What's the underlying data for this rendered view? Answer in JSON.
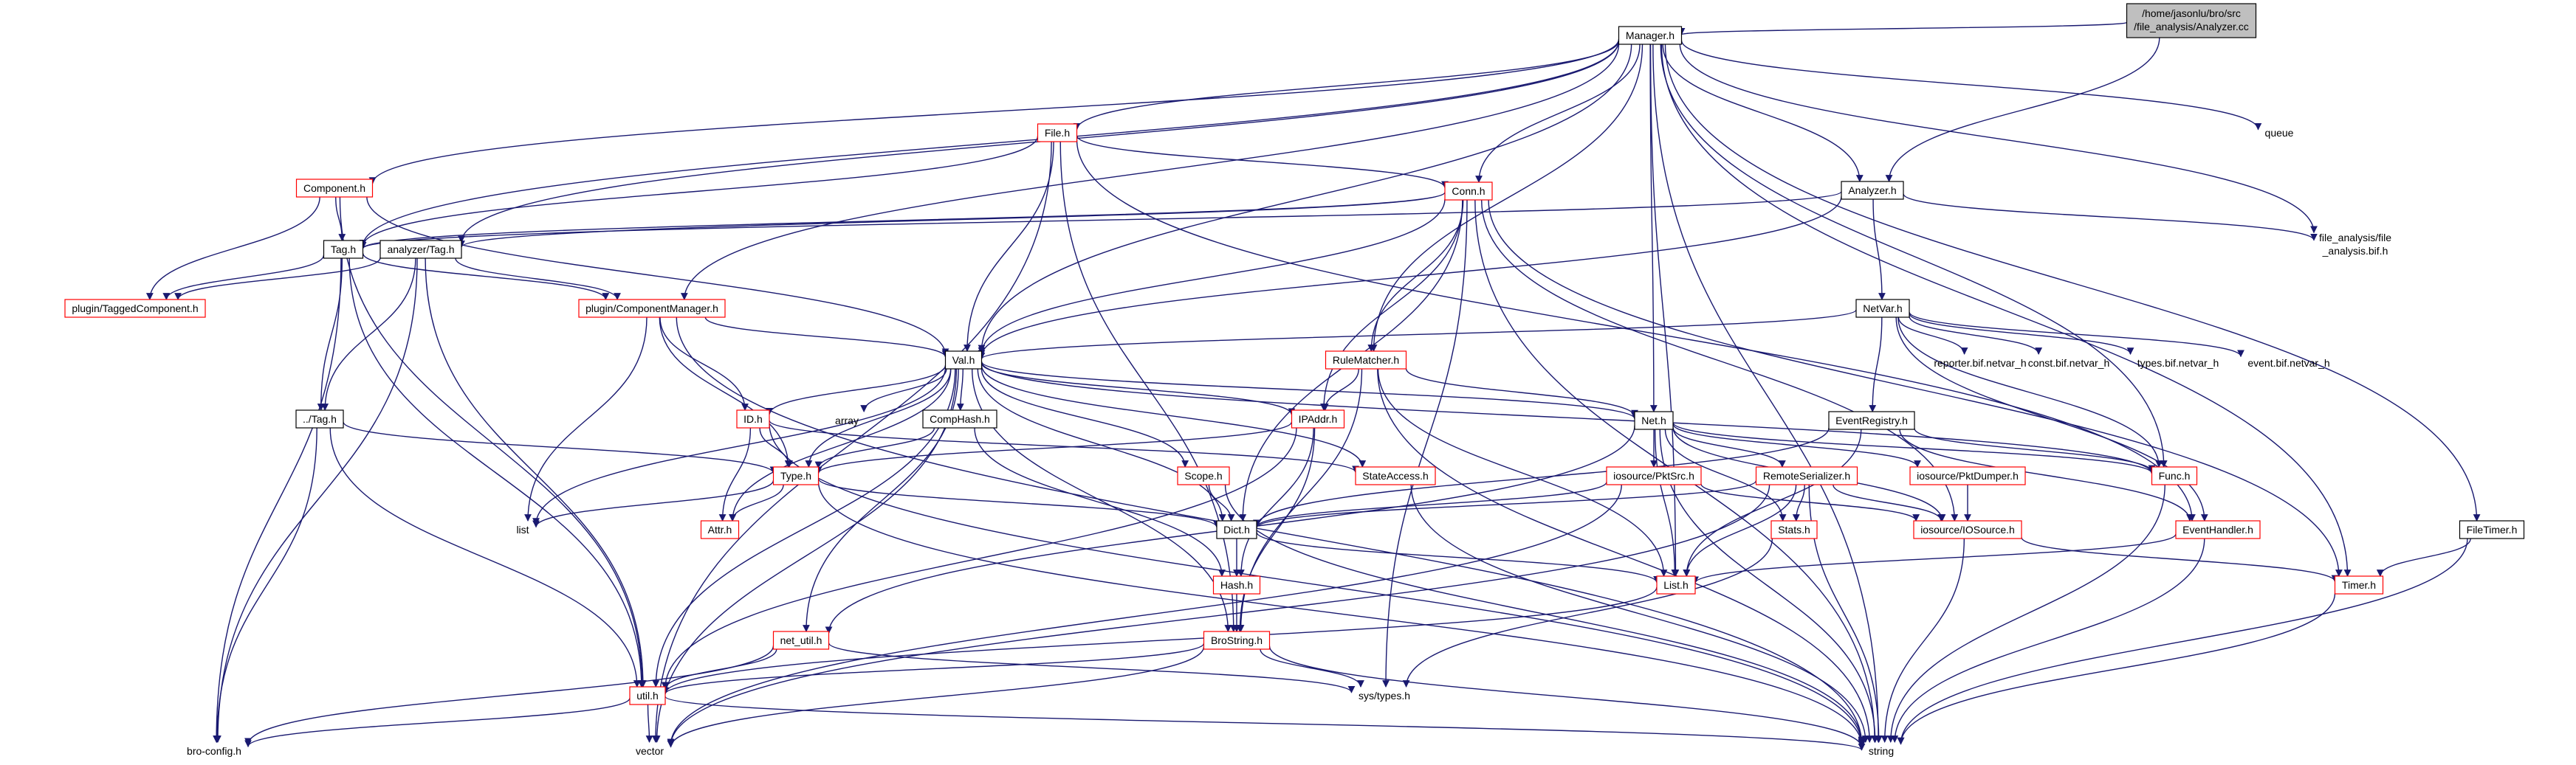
{
  "colors": {
    "edge": "#191970",
    "node_border_default": "#000000",
    "node_border_incomplete": "#ff0000",
    "node_fill_root": "#bfbfbf",
    "node_fill": "#ffffff",
    "text": "#000000"
  },
  "nodes": [
    {
      "id": "root",
      "line1": "/home/jasonlu/bro/src",
      "line2": "/file_analysis/Analyzer.cc",
      "style": "root"
    },
    {
      "id": "manager",
      "label": "Manager.h",
      "style": "box"
    },
    {
      "id": "fileh",
      "label": "File.h",
      "style": "red"
    },
    {
      "id": "queue",
      "label": "queue",
      "style": "plain"
    },
    {
      "id": "component",
      "label": "Component.h",
      "style": "red"
    },
    {
      "id": "conn",
      "label": "Conn.h",
      "style": "red"
    },
    {
      "id": "analyzerh",
      "label": "Analyzer.h",
      "style": "box"
    },
    {
      "id": "tagh",
      "label": "Tag.h",
      "style": "box"
    },
    {
      "id": "analyzertag",
      "label": "analyzer/Tag.h",
      "style": "box"
    },
    {
      "id": "bifh",
      "line1": "file_analysis/file",
      "line2": "_analysis.bif.h",
      "style": "plain"
    },
    {
      "id": "taggedcomp",
      "label": "plugin/TaggedComponent.h",
      "style": "red"
    },
    {
      "id": "compmgr",
      "label": "plugin/ComponentManager.h",
      "style": "red"
    },
    {
      "id": "netvar",
      "label": "NetVar.h",
      "style": "box"
    },
    {
      "id": "reporter",
      "label": "reporter.bif.netvar_h",
      "style": "plain"
    },
    {
      "id": "const",
      "label": "const.bif.netvar_h",
      "style": "plain"
    },
    {
      "id": "types",
      "label": "types.bif.netvar_h",
      "style": "plain"
    },
    {
      "id": "event",
      "label": "event.bif.netvar_h",
      "style": "plain"
    },
    {
      "id": "valh",
      "label": "Val.h",
      "style": "box"
    },
    {
      "id": "rulematcher",
      "label": "RuleMatcher.h",
      "style": "red"
    },
    {
      "id": "eventreg",
      "label": "EventRegistry.h",
      "style": "box"
    },
    {
      "id": "dottag",
      "label": "../Tag.h",
      "style": "box"
    },
    {
      "id": "array",
      "label": "array",
      "style": "plain"
    },
    {
      "id": "comphash",
      "label": "CompHash.h",
      "style": "box"
    },
    {
      "id": "idh",
      "label": "ID.h",
      "style": "red"
    },
    {
      "id": "ipaddr",
      "label": "IPAddr.h",
      "style": "red"
    },
    {
      "id": "neth",
      "label": "Net.h",
      "style": "box"
    },
    {
      "id": "typeh",
      "label": "Type.h",
      "style": "red"
    },
    {
      "id": "scope",
      "label": "Scope.h",
      "style": "red"
    },
    {
      "id": "stateaccess",
      "label": "StateAccess.h",
      "style": "red"
    },
    {
      "id": "pktsrc",
      "label": "iosource/PktSrc.h",
      "style": "red"
    },
    {
      "id": "remoteser",
      "label": "RemoteSerializer.h",
      "style": "red"
    },
    {
      "id": "pktdumper",
      "label": "iosource/PktDumper.h",
      "style": "red"
    },
    {
      "id": "funch",
      "label": "Func.h",
      "style": "red"
    },
    {
      "id": "list",
      "label": "list",
      "style": "plain"
    },
    {
      "id": "attrh",
      "label": "Attr.h",
      "style": "red"
    },
    {
      "id": "dicth",
      "label": "Dict.h",
      "style": "box"
    },
    {
      "id": "stats",
      "label": "Stats.h",
      "style": "red"
    },
    {
      "id": "iosource",
      "label": "iosource/IOSource.h",
      "style": "red"
    },
    {
      "id": "eventhandler",
      "label": "EventHandler.h",
      "style": "red"
    },
    {
      "id": "filetimer",
      "label": "FileTimer.h",
      "style": "box"
    },
    {
      "id": "listh",
      "label": "List.h",
      "style": "red"
    },
    {
      "id": "hashh",
      "label": "Hash.h",
      "style": "red"
    },
    {
      "id": "timerh",
      "label": "Timer.h",
      "style": "red"
    },
    {
      "id": "netutil",
      "label": "net_util.h",
      "style": "red"
    },
    {
      "id": "brostring",
      "label": "BroString.h",
      "style": "red"
    },
    {
      "id": "utilh",
      "label": "util.h",
      "style": "red"
    },
    {
      "id": "systypes",
      "label": "sys/types.h",
      "style": "plain"
    },
    {
      "id": "broconfig",
      "label": "bro-config.h",
      "style": "plain"
    },
    {
      "id": "vector",
      "label": "vector",
      "style": "plain"
    },
    {
      "id": "string",
      "label": "string",
      "style": "plain"
    }
  ],
  "edges": [
    [
      "root",
      "manager"
    ],
    [
      "root",
      "analyzerh"
    ],
    [
      "manager",
      "fileh"
    ],
    [
      "manager",
      "queue"
    ],
    [
      "manager",
      "component"
    ],
    [
      "manager",
      "conn"
    ],
    [
      "manager",
      "analyzerh"
    ],
    [
      "manager",
      "tagh"
    ],
    [
      "manager",
      "analyzertag"
    ],
    [
      "manager",
      "bifh"
    ],
    [
      "manager",
      "compmgr"
    ],
    [
      "manager",
      "valh"
    ],
    [
      "manager",
      "rulematcher"
    ],
    [
      "manager",
      "neth"
    ],
    [
      "manager",
      "timerh"
    ],
    [
      "manager",
      "filetimer"
    ],
    [
      "manager",
      "string"
    ],
    [
      "manager",
      "listh"
    ],
    [
      "manager",
      "funch"
    ],
    [
      "fileh",
      "conn"
    ],
    [
      "fileh",
      "tagh"
    ],
    [
      "fileh",
      "valh"
    ],
    [
      "fileh",
      "brostring"
    ],
    [
      "fileh",
      "vector"
    ],
    [
      "fileh",
      "eventhandler"
    ],
    [
      "component",
      "tagh"
    ],
    [
      "component",
      "taggedcomp"
    ],
    [
      "component",
      "valh"
    ],
    [
      "component",
      "utilh"
    ],
    [
      "conn",
      "analyzertag"
    ],
    [
      "conn",
      "tagh"
    ],
    [
      "conn",
      "valh"
    ],
    [
      "conn",
      "rulematcher"
    ],
    [
      "conn",
      "ipaddr"
    ],
    [
      "conn",
      "dicth"
    ],
    [
      "conn",
      "timerh"
    ],
    [
      "conn",
      "iosource"
    ],
    [
      "conn",
      "systypes"
    ],
    [
      "conn",
      "string"
    ],
    [
      "analyzerh",
      "tagh"
    ],
    [
      "analyzerh",
      "bifh"
    ],
    [
      "analyzerh",
      "netvar"
    ],
    [
      "analyzerh",
      "valh"
    ],
    [
      "tagh",
      "taggedcomp"
    ],
    [
      "tagh",
      "compmgr"
    ],
    [
      "tagh",
      "dottag"
    ],
    [
      "tagh",
      "utilh"
    ],
    [
      "tagh",
      "broconfig"
    ],
    [
      "analyzertag",
      "taggedcomp"
    ],
    [
      "analyzertag",
      "compmgr"
    ],
    [
      "analyzertag",
      "dottag"
    ],
    [
      "analyzertag",
      "utilh"
    ],
    [
      "analyzertag",
      "broconfig"
    ],
    [
      "compmgr",
      "valh"
    ],
    [
      "compmgr",
      "idh"
    ],
    [
      "compmgr",
      "typeh"
    ],
    [
      "compmgr",
      "list"
    ],
    [
      "compmgr",
      "string"
    ],
    [
      "netvar",
      "reporter"
    ],
    [
      "netvar",
      "const"
    ],
    [
      "netvar",
      "types"
    ],
    [
      "netvar",
      "event"
    ],
    [
      "netvar",
      "valh"
    ],
    [
      "netvar",
      "eventreg"
    ],
    [
      "netvar",
      "funch"
    ],
    [
      "netvar",
      "eventhandler"
    ],
    [
      "valh",
      "array"
    ],
    [
      "valh",
      "comphash"
    ],
    [
      "valh",
      "idh"
    ],
    [
      "valh",
      "ipaddr"
    ],
    [
      "valh",
      "neth"
    ],
    [
      "valh",
      "typeh"
    ],
    [
      "valh",
      "scope"
    ],
    [
      "valh",
      "stateaccess"
    ],
    [
      "valh",
      "list"
    ],
    [
      "valh",
      "attrh"
    ],
    [
      "valh",
      "dicth"
    ],
    [
      "valh",
      "brostring"
    ],
    [
      "valh",
      "netutil"
    ],
    [
      "valh",
      "utilh"
    ],
    [
      "valh",
      "vector"
    ],
    [
      "valh",
      "funch"
    ],
    [
      "rulematcher",
      "ipaddr"
    ],
    [
      "rulematcher",
      "neth"
    ],
    [
      "rulematcher",
      "brostring"
    ],
    [
      "rulematcher",
      "listh"
    ],
    [
      "rulematcher",
      "string"
    ],
    [
      "eventreg",
      "funch"
    ],
    [
      "eventreg",
      "listh"
    ],
    [
      "eventreg",
      "dicth"
    ],
    [
      "eventreg",
      "eventhandler"
    ],
    [
      "dottag",
      "typeh"
    ],
    [
      "dottag",
      "utilh"
    ],
    [
      "dottag",
      "broconfig"
    ],
    [
      "comphash",
      "typeh"
    ],
    [
      "comphash",
      "hashh"
    ],
    [
      "idh",
      "typeh"
    ],
    [
      "idh",
      "attrh"
    ],
    [
      "idh",
      "stateaccess"
    ],
    [
      "idh",
      "string"
    ],
    [
      "ipaddr",
      "typeh"
    ],
    [
      "ipaddr",
      "hashh"
    ],
    [
      "ipaddr",
      "brostring"
    ],
    [
      "ipaddr",
      "utilh"
    ],
    [
      "neth",
      "pktsrc"
    ],
    [
      "neth",
      "remoteser"
    ],
    [
      "neth",
      "pktdumper"
    ],
    [
      "neth",
      "funch"
    ],
    [
      "neth",
      "listh"
    ],
    [
      "neth",
      "netutil"
    ],
    [
      "neth",
      "stats"
    ],
    [
      "neth",
      "iosource"
    ],
    [
      "neth",
      "string"
    ],
    [
      "typeh",
      "list"
    ],
    [
      "typeh",
      "attrh"
    ],
    [
      "typeh",
      "dicth"
    ],
    [
      "typeh",
      "string"
    ],
    [
      "scope",
      "dicth"
    ],
    [
      "scope",
      "string"
    ],
    [
      "stateaccess",
      "string"
    ],
    [
      "pktsrc",
      "dicth"
    ],
    [
      "pktsrc",
      "iosource"
    ],
    [
      "pktsrc",
      "vector"
    ],
    [
      "remoteser",
      "dicth"
    ],
    [
      "remoteser",
      "listh"
    ],
    [
      "remoteser",
      "stats"
    ],
    [
      "remoteser",
      "iosource"
    ],
    [
      "remoteser",
      "string"
    ],
    [
      "remoteser",
      "vector"
    ],
    [
      "pktdumper",
      "iosource"
    ],
    [
      "stats",
      "systypes"
    ],
    [
      "iosource",
      "timerh"
    ],
    [
      "iosource",
      "string"
    ],
    [
      "eventhandler",
      "listh"
    ],
    [
      "eventhandler",
      "string"
    ],
    [
      "filetimer",
      "timerh"
    ],
    [
      "filetimer",
      "string"
    ],
    [
      "dicth",
      "hashh"
    ],
    [
      "dicth",
      "listh"
    ],
    [
      "hashh",
      "brostring"
    ],
    [
      "listh",
      "utilh"
    ],
    [
      "timerh",
      "string"
    ],
    [
      "netutil",
      "utilh"
    ],
    [
      "netutil",
      "systypes"
    ],
    [
      "netutil",
      "broconfig"
    ],
    [
      "brostring",
      "utilh"
    ],
    [
      "brostring",
      "systypes"
    ],
    [
      "brostring",
      "vector"
    ],
    [
      "brostring",
      "string"
    ],
    [
      "utilh",
      "broconfig"
    ],
    [
      "utilh",
      "vector"
    ],
    [
      "utilh",
      "string"
    ],
    [
      "funch",
      "string"
    ]
  ]
}
